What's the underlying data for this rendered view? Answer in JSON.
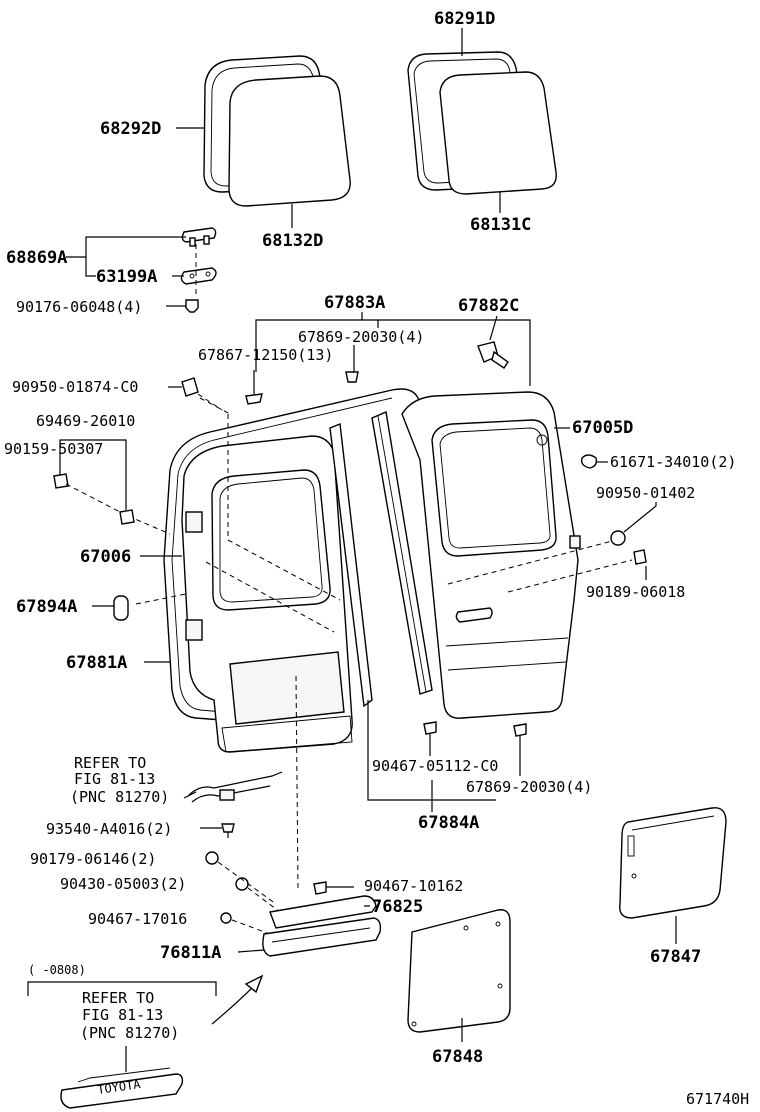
{
  "labels": {
    "p68291D": "68291D",
    "p68292D": "68292D",
    "p68132D": "68132D",
    "p68131C": "68131C",
    "p68869A": "68869A",
    "p63199A": "63199A",
    "p90176": "90176-06048(4)",
    "p67883A": "67883A",
    "p67882C": "67882C",
    "p67869_top": "67869-20030(4)",
    "p67867": "67867-12150(13)",
    "p90950_a": "90950-01874-C0",
    "p69469": "69469-26010",
    "p90159": "90159-50307",
    "p67005D": "67005D",
    "p61671": "61671-34010(2)",
    "p90950_b": "90950-01402",
    "p67006": "67006",
    "p90189": "90189-06018",
    "p67894A": "67894A",
    "p67881A": "67881A",
    "refer1_line1": "REFER TO",
    "refer1_line2": "FIG 81-13",
    "refer1_line3": "(PNC 81270)",
    "p90467_05112": "90467-05112-C0",
    "p67869_bot": "67869-20030(4)",
    "p67884A": "67884A",
    "p93540": "93540-A4016(2)",
    "p90179": "90179-06146(2)",
    "p90430": "90430-05003(2)",
    "p90467_10162": "90467-10162",
    "p76825": "76825",
    "p90467_17016": "90467-17016",
    "p76811A": "76811A",
    "date_range": "(    -0808)",
    "refer2_line1": "REFER TO",
    "refer2_line2": "FIG 81-13",
    "refer2_line3": "(PNC 81270)",
    "p67847": "67847",
    "p67848": "67848",
    "brand": "TOYOTA",
    "figure_code": "671740H"
  }
}
